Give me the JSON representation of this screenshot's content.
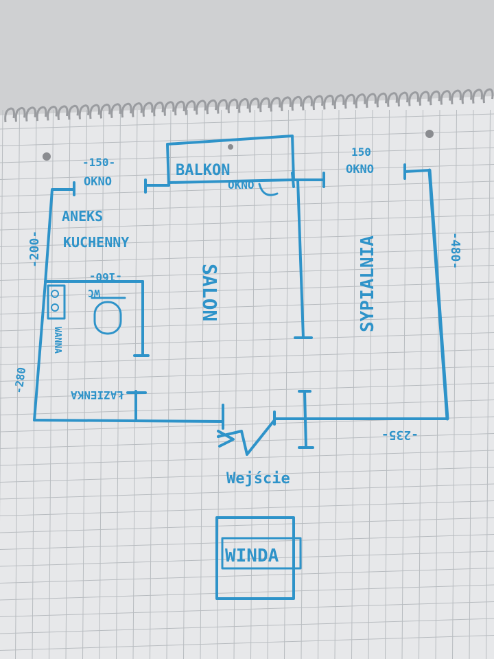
{
  "colors": {
    "ink": "#2e93c9",
    "grid": "#b8bcc0",
    "paper": "#e7e8ea",
    "table": "#cfd0d2",
    "spiral": "#9a9ca0"
  },
  "labels": {
    "balkon": "BALKON",
    "okno_balkon": "OKNO",
    "okno_left_dim": "-150-",
    "okno_left": "OKNO",
    "okno_right_dim": "150",
    "okno_right": "OKNO",
    "aneks_1": "ANEKS",
    "aneks_2": "KUCHENNY",
    "dim_200": "-200-",
    "dim_160": "-160-",
    "wc": "WC",
    "wanna": "WANNA",
    "dim_280": "-280",
    "lazienka": "ŁAZIENKA",
    "salon": "SALON",
    "sypialnia": "SYPIALNIA",
    "dim_480": "-480-",
    "dim_235": "-235-",
    "wejscie": "Wejście",
    "winda": "WINDA"
  }
}
